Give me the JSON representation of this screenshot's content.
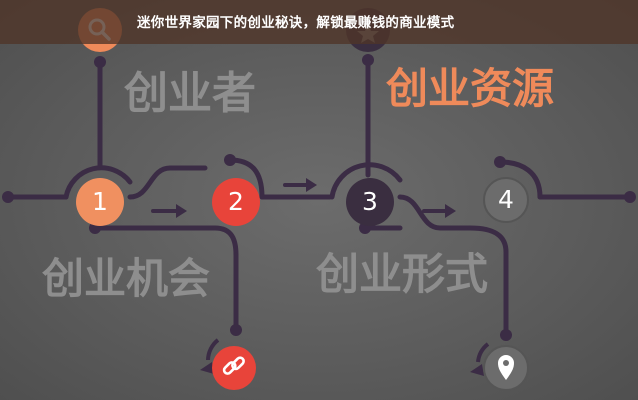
{
  "header": {
    "title": "迷你世界家园下的创业秘诀，解锁最赚钱的商业模式"
  },
  "labels": {
    "entrepreneur": "创业者",
    "resources": "创业资源",
    "opportunity": "创业机会",
    "form": "创业形式"
  },
  "steps": [
    {
      "number": "1",
      "color": "#f09060"
    },
    {
      "number": "2",
      "color": "#e8443a"
    },
    {
      "number": "3",
      "color": "#3a2e40"
    },
    {
      "number": "4",
      "color": "#6c6c6c"
    }
  ],
  "icons": {
    "search": "search-icon",
    "star": "star-icon",
    "link": "link-icon",
    "location": "location-pin-icon"
  },
  "colors": {
    "line": "#3b2c45",
    "accent_orange": "#ef8a5a",
    "accent_red": "#e8443a",
    "label_grey": "#8e8e8e"
  }
}
